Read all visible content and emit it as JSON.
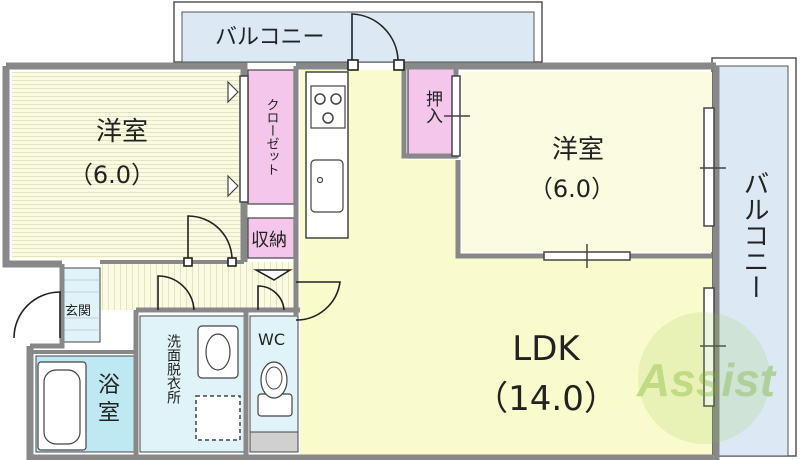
{
  "rooms": {
    "western_room_left": {
      "name": "洋室",
      "size": "（6.0）"
    },
    "western_room_right": {
      "name": "洋室",
      "size": "（6.0）"
    },
    "ldk": {
      "name": "LDK",
      "size": "（14.0）"
    },
    "closet": "クローゼット",
    "storage": "収納",
    "oshiire": "押入",
    "entrance": "玄関",
    "bath": "浴室",
    "washroom": "洗面脱衣所",
    "toilet": "WC"
  },
  "balconies": {
    "top": "バルコニー",
    "right": "バルコニー"
  },
  "watermark": "Assist",
  "colors": {
    "wall": "#808080",
    "western": "#fafbe0",
    "ldk": "#fafbcd",
    "balcony": "#dce9f4",
    "storage": "#f5c6ec",
    "bath": "#bfe9f2",
    "wet": "#dff3f8",
    "watermark": "#8cc43c"
  }
}
